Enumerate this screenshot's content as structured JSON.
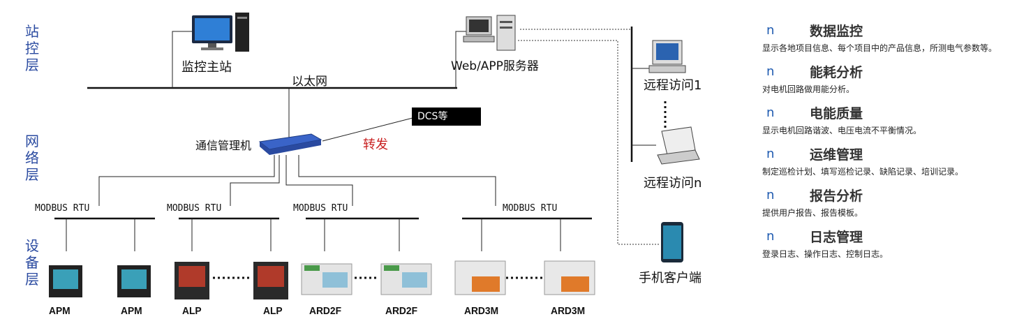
{
  "layers": {
    "station": [
      "站",
      "控",
      "层"
    ],
    "network": [
      "网",
      "络",
      "层"
    ],
    "device": [
      "设",
      "备",
      "层"
    ]
  },
  "nodes": {
    "monitor_host": "监控主站",
    "web_server": "Web/APP服务器",
    "ethernet": "以太网",
    "comm_manager": "通信管理机",
    "dcs": "DCS等",
    "forward": "转发",
    "remote_1": "远程访问1",
    "remote_n": "远程访问n",
    "mobile_client": "手机客户端"
  },
  "buses": [
    {
      "label": "MODBUS RTU"
    },
    {
      "label": "MODBUS RTU"
    },
    {
      "label": "MODBUS RTU"
    },
    {
      "label": "MODBUS RTU"
    }
  ],
  "devices": [
    {
      "label": "APM"
    },
    {
      "label": "APM"
    },
    {
      "label": "ALP"
    },
    {
      "label": "ALP"
    },
    {
      "label": "ARD2F"
    },
    {
      "label": "ARD2F"
    },
    {
      "label": "ARD3M"
    },
    {
      "label": "ARD3M"
    }
  ],
  "features": [
    {
      "bullet": "n",
      "title": "数据监控",
      "desc": "显示各地项目信息、每个项目中的产品信息，所测电气参数等。"
    },
    {
      "bullet": "n",
      "title": "能耗分析",
      "desc": "对电机回路做用能分析。"
    },
    {
      "bullet": "n",
      "title": "电能质量",
      "desc": "显示电机回路谐波、电压电流不平衡情况。"
    },
    {
      "bullet": "n",
      "title": "运维管理",
      "desc": "制定巡检计划、填写巡检记录、缺陷记录、培训记录。"
    },
    {
      "bullet": "n",
      "title": "报告分析",
      "desc": "提供用户报告、报告模板。"
    },
    {
      "bullet": "n",
      "title": "日志管理",
      "desc": "登录日志、操作日志、控制日志。"
    }
  ],
  "colors": {
    "layer_text": "#2a4aa0",
    "bullet": "#1e5ab0",
    "forward_text": "#c82020",
    "dcs_bg": "#000000"
  }
}
